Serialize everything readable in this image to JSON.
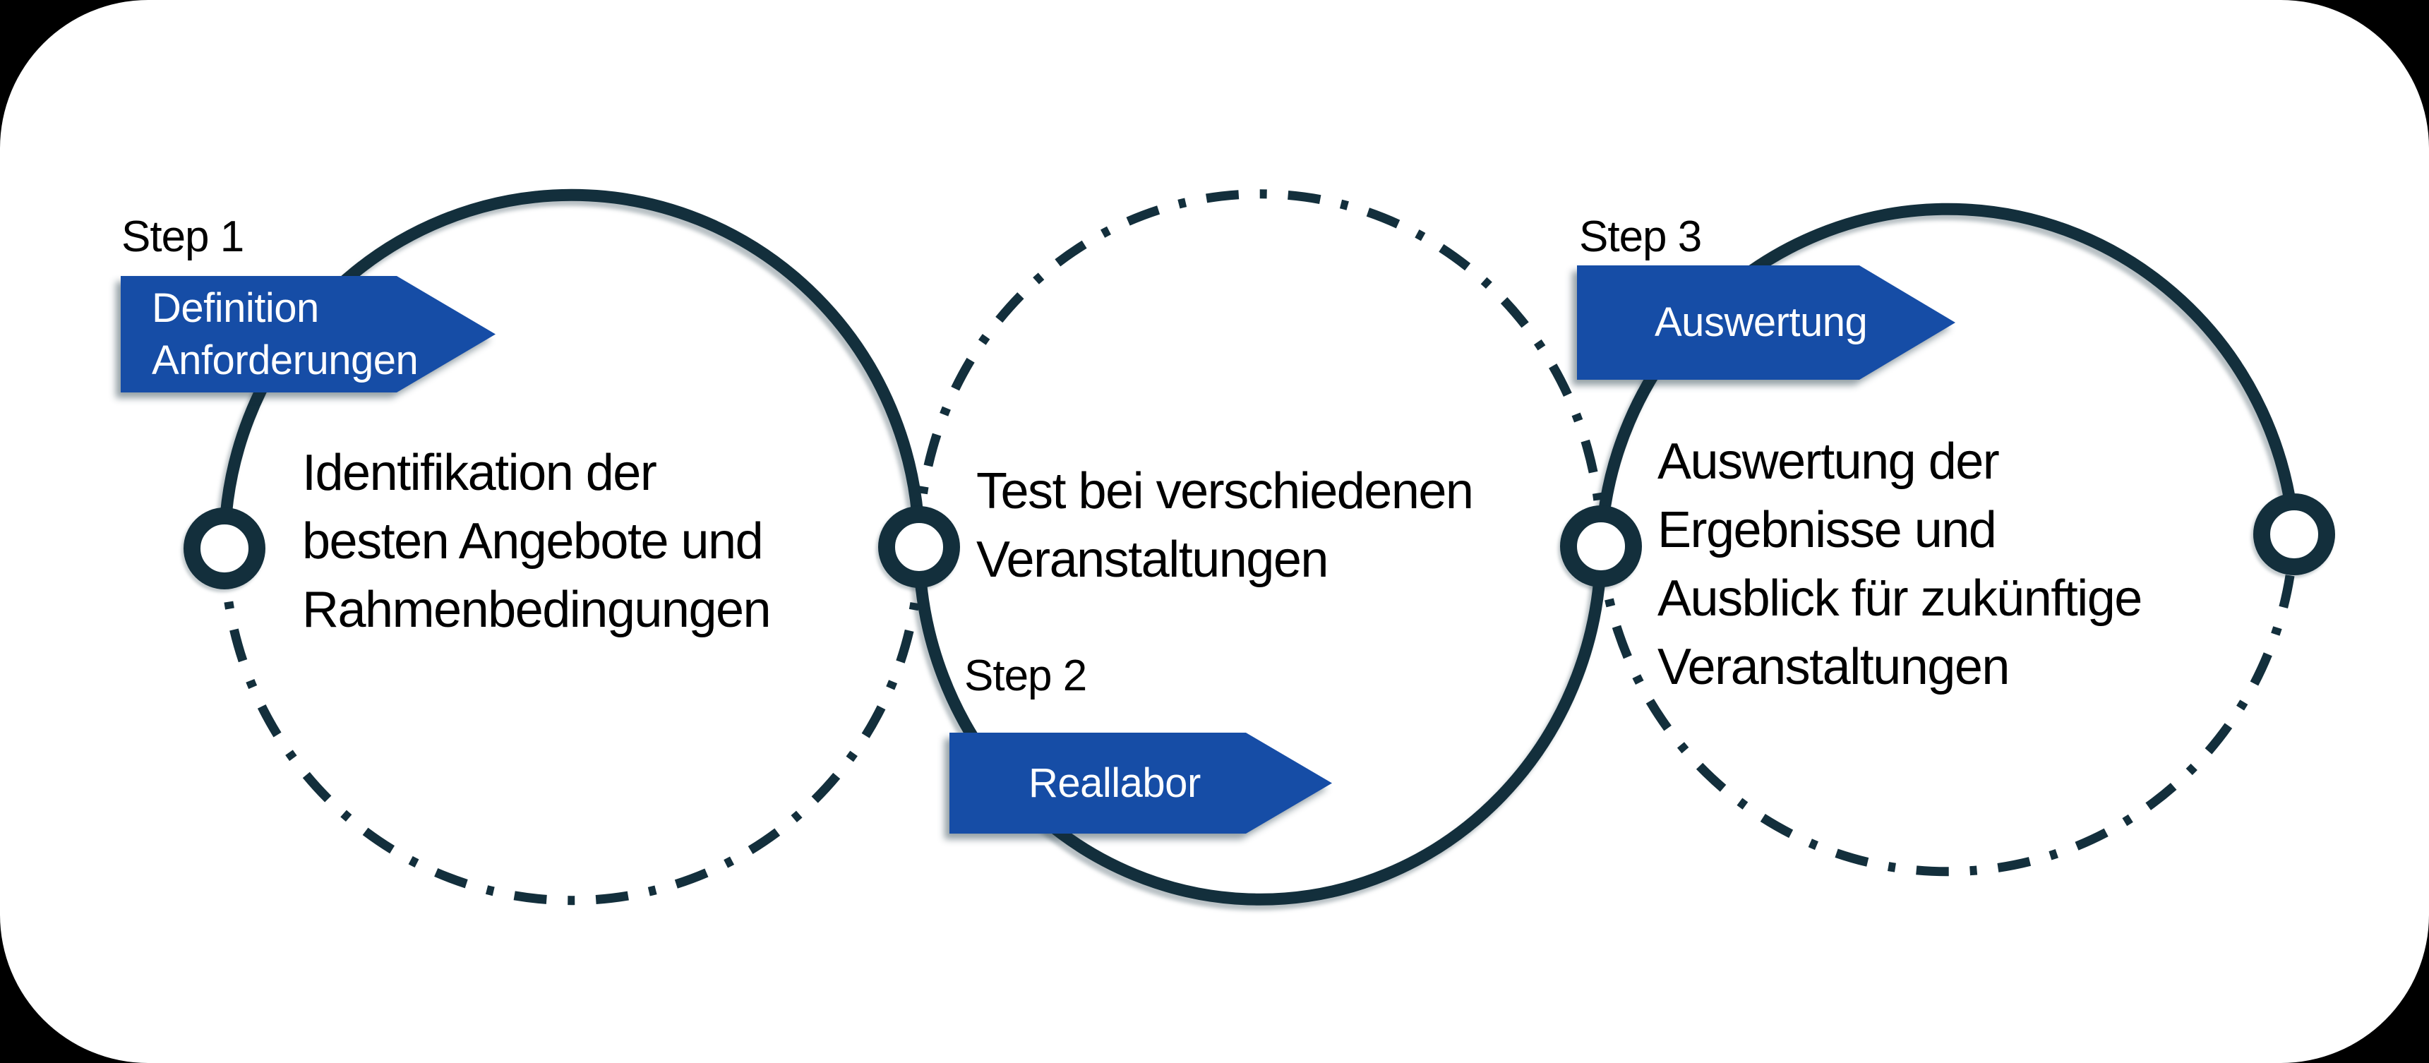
{
  "diagram": {
    "steps": [
      {
        "label": "Step 1",
        "banner_lines": [
          "Definition",
          "Anforderungen"
        ],
        "desc_lines": [
          "Identifikation der",
          "besten Angebote und",
          "Rahmenbedingungen"
        ]
      },
      {
        "label": "Step 2",
        "banner_lines": [
          "Reallabor"
        ],
        "desc_lines": [
          "Test bei verschiedenen",
          "Veranstaltungen"
        ]
      },
      {
        "label": "Step 3",
        "banner_lines": [
          "Auswertung"
        ],
        "desc_lines": [
          "Auswertung der",
          "Ergebnisse und",
          "Ausblick für zukünftige",
          "Veranstaltungen"
        ]
      }
    ],
    "colors": {
      "banner_blue": "#164da6",
      "line_dark": "#132f3c",
      "text": "#000000",
      "corner_background": "#000000",
      "surface": "#ffffff"
    }
  }
}
